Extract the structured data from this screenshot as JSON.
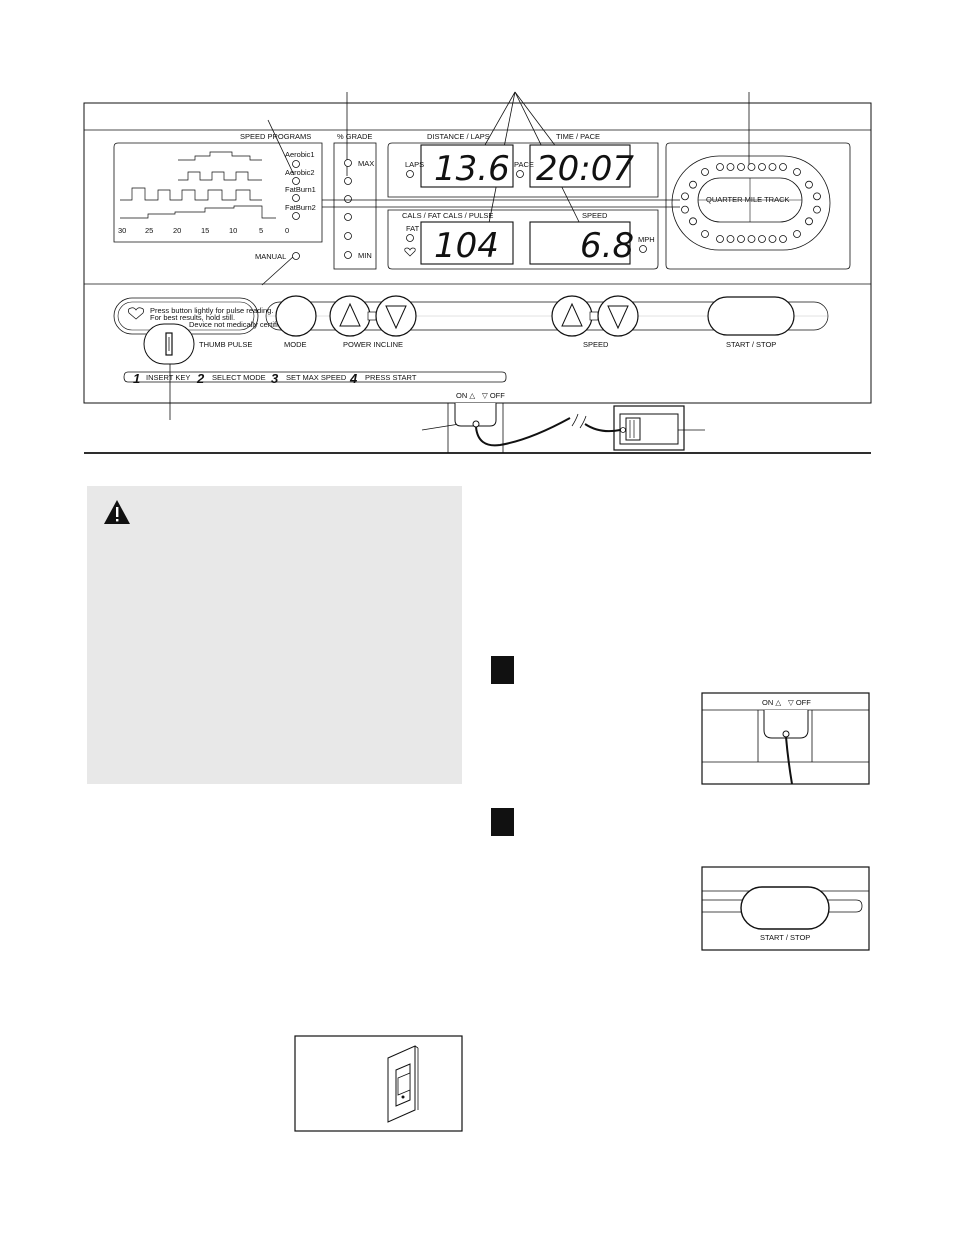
{
  "console": {
    "speed_programs_title": "SPEED PROGRAMS",
    "grade_title": "% GRADE",
    "grade_max": "MAX",
    "grade_min": "MIN",
    "manual": "MANUAL",
    "programs": [
      "Aerobic1",
      "Aerobic2",
      "FatBurn1",
      "FatBurn2"
    ],
    "time_axis": [
      "30",
      "25",
      "20",
      "15",
      "10",
      "5",
      "0"
    ],
    "distance_title": "DISTANCE / LAPS",
    "distance_value": "13.6",
    "laps_indicator": "LAPS",
    "time_title": "TIME / PACE",
    "time_value": "20:07",
    "pace_indicator": "PACE",
    "cals_title": "CALS / FAT CALS / PULSE",
    "cals_value": "104",
    "fat_indicator": "FAT",
    "speed_title": "SPEED",
    "speed_value": "6.8",
    "mph_indicator": "MPH",
    "track_label": "QUARTER MILE TRACK",
    "pulse_text_1": "Press button lightly for pulse reading.",
    "pulse_text_2": "For best results, hold still.",
    "pulse_text_3": "Device not medically certified",
    "thumb_pulse": "THUMB PULSE",
    "mode": "MODE",
    "power_incline": "POWER INCLINE",
    "speed_buttons": "SPEED",
    "start_stop": "START / STOP",
    "steps": [
      {
        "num": "1",
        "label": "INSERT KEY"
      },
      {
        "num": "2",
        "label": "SELECT MODE"
      },
      {
        "num": "3",
        "label": "SET MAX SPEED"
      },
      {
        "num": "4",
        "label": "PRESS START"
      }
    ],
    "key_on": "ON △",
    "key_off": "▽ OFF"
  },
  "figures": {
    "key_on": "ON △",
    "key_off": "▽ OFF",
    "start_stop": "START / STOP"
  }
}
